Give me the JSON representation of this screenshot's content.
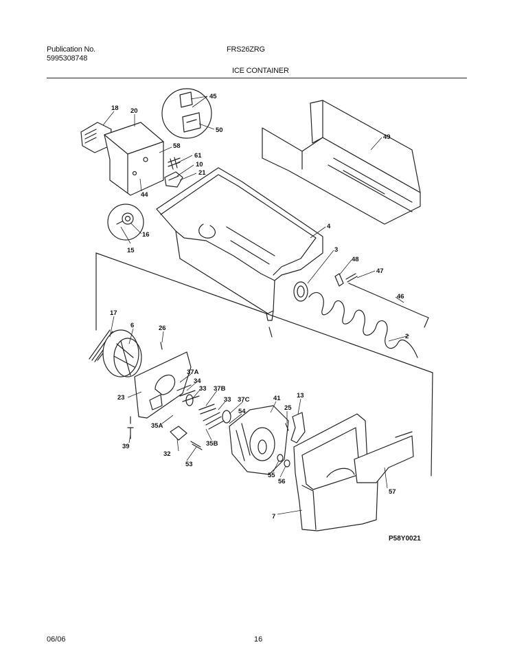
{
  "header": {
    "publication_label": "Publication No.",
    "publication_number": "5995308748",
    "model": "FRS26ZRG",
    "section_title": "ICE CONTAINER"
  },
  "diagram": {
    "drawing_code": "P58Y0021",
    "callouts": [
      "18",
      "20",
      "58",
      "61",
      "10",
      "21",
      "44",
      "45",
      "50",
      "49",
      "4",
      "3",
      "48",
      "47",
      "46",
      "2",
      "16",
      "15",
      "17",
      "6",
      "26",
      "37A",
      "34",
      "33",
      "37B",
      "23",
      "35A",
      "32",
      "53",
      "39",
      "33",
      "37C",
      "54",
      "35B",
      "41",
      "25",
      "13",
      "55",
      "56",
      "57",
      "7"
    ]
  },
  "footer": {
    "date": "06/06",
    "page": "16"
  }
}
